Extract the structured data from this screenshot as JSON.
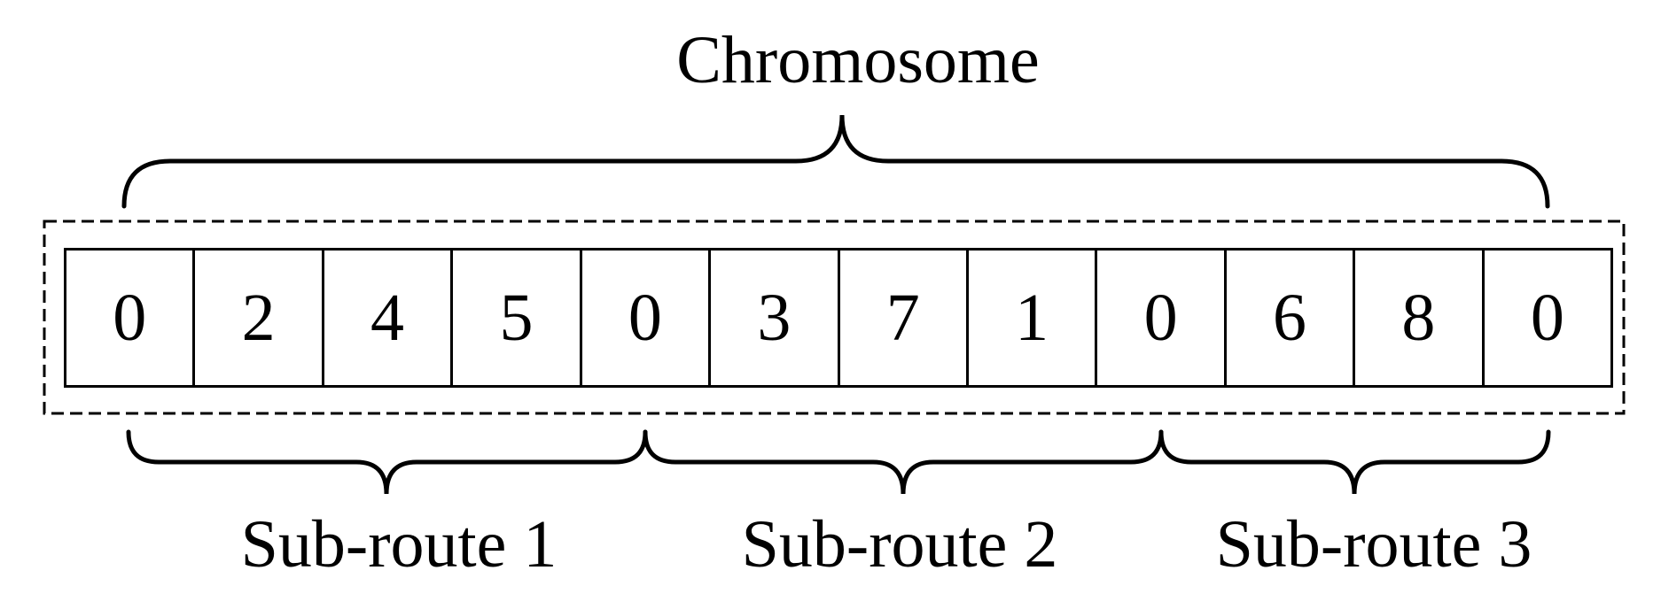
{
  "title": "Chromosome",
  "chromosome": {
    "genes": [
      "0",
      "2",
      "4",
      "5",
      "0",
      "3",
      "7",
      "1",
      "0",
      "6",
      "8",
      "0"
    ]
  },
  "sub_routes": [
    {
      "label": "Sub-route 1"
    },
    {
      "label": "Sub-route 2"
    },
    {
      "label": "Sub-route 3"
    }
  ],
  "colors": {
    "ink": "#000000",
    "background": "#ffffff"
  }
}
